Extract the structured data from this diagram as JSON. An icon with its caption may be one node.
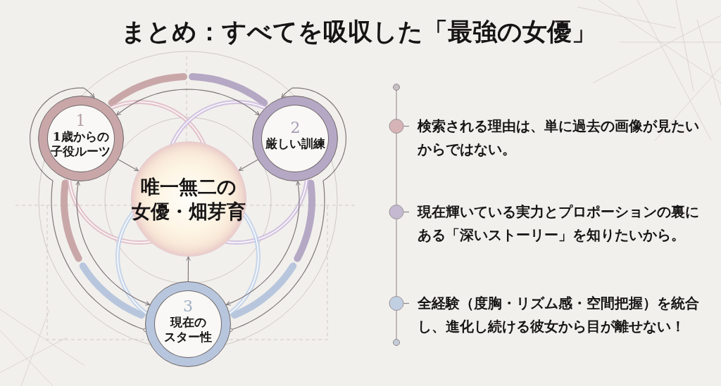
{
  "diagram": {
    "title": "まとめ：すべてを吸収した「最強の女優」",
    "nodes": [
      {
        "text": [
          "1",
          "1歳からの子役ルーツ"
        ]
      },
      {
        "text": [
          "2",
          "厳しい訓練"
        ]
      },
      {
        "text": [
          "唯一無二の女優・畑芽育"
        ]
      },
      {
        "text": [
          "3",
          "現在のスター性"
        ]
      }
    ],
    "edges": [
      {
        "from": 0,
        "to": 2,
        "arrow": "to"
      },
      {
        "from": 1,
        "to": 2,
        "arrow": "to"
      },
      {
        "from": 3,
        "to": 2,
        "arrow": "to"
      },
      {
        "from": 0,
        "to": 1,
        "arrow": "both"
      },
      {
        "from": 3,
        "to": 0,
        "arrow": "both"
      },
      {
        "from": 1,
        "to": 3,
        "arrow": "both"
      },
      {
        "from": 3,
        "to": 0,
        "arrow": "to"
      },
      {
        "from": 3,
        "to": 1,
        "arrow": "to"
      }
    ],
    "labels": [
      "検索される理由は、単に過去の画像が見たいからではない。",
      "現在輝いている実力とプロポーションの裏にある「深いストーリー」を知りたいから。",
      "全経験（度胸・リズム感・空間把握）を統合し、進化し続ける彼女から目が離せない！"
    ]
  }
}
